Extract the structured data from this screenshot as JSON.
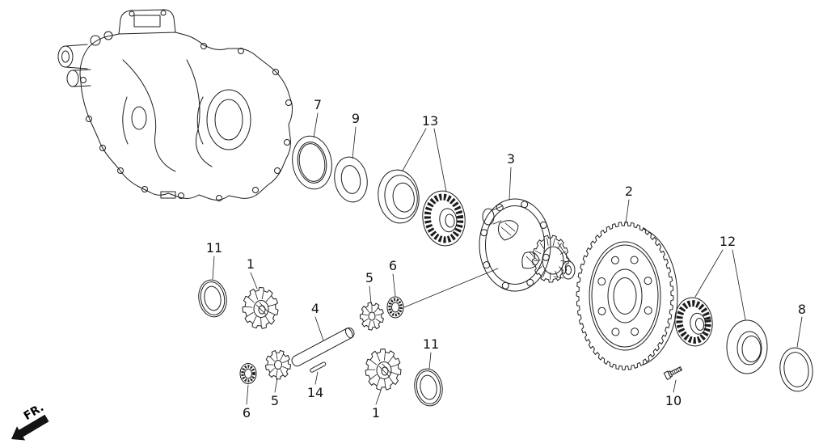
{
  "fr_label": "FR.",
  "callouts": [
    {
      "label": "7"
    },
    {
      "label": "9"
    },
    {
      "label": "13"
    },
    {
      "label": "3"
    },
    {
      "label": "2"
    },
    {
      "label": "12"
    },
    {
      "label": "8"
    },
    {
      "label": "11"
    },
    {
      "label": "1"
    },
    {
      "label": "4"
    },
    {
      "label": "5"
    },
    {
      "label": "6"
    },
    {
      "label": "6"
    },
    {
      "label": "5"
    },
    {
      "label": "14"
    },
    {
      "label": "1"
    },
    {
      "label": "11"
    },
    {
      "label": "10"
    }
  ]
}
